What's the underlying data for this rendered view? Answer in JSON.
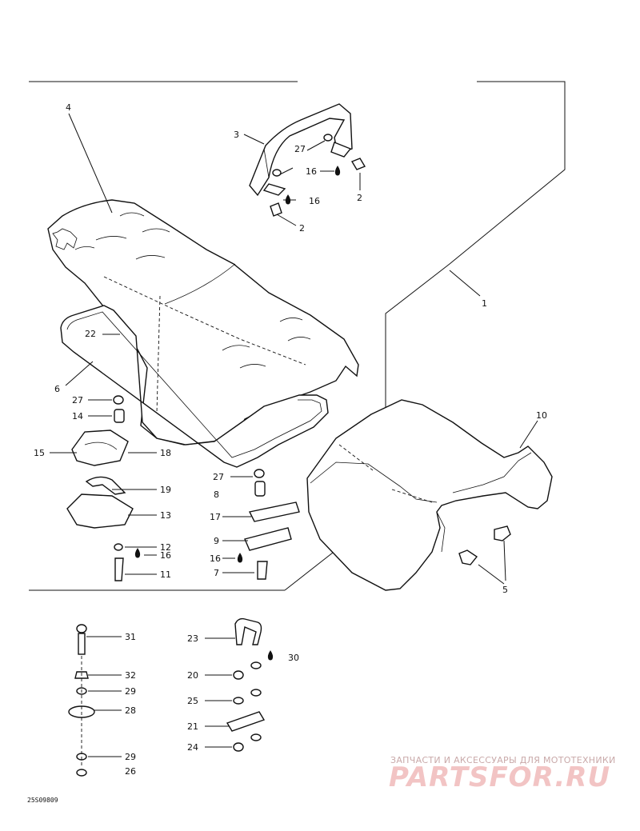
{
  "diagram": {
    "labels": {
      "l1": "1",
      "l2a": "2",
      "l2b": "2",
      "l3": "3",
      "l4": "4",
      "l5": "5",
      "l6": "6",
      "l7": "7",
      "l8": "8",
      "l9": "9",
      "l10": "10",
      "l11": "11",
      "l12": "12",
      "l13": "13",
      "l14": "14",
      "l15": "15",
      "l16a": "16",
      "l16b": "16",
      "l16c": "16",
      "l16d": "16",
      "l17": "17",
      "l18": "18",
      "l19": "19",
      "l20": "20",
      "l21": "21",
      "l22": "22",
      "l23": "23",
      "l24": "24",
      "l25": "25",
      "l26": "26",
      "l27a": "27",
      "l27b": "27",
      "l27c": "27",
      "l28": "28",
      "l29a": "29",
      "l29b": "29",
      "l30": "30",
      "l31": "31",
      "l32": "32"
    },
    "drawing_code": "25S09809"
  },
  "watermark": {
    "caption": "ЗАПЧАСТИ И АКСЕССУАРЫ ДЛЯ МОТОТЕХНИКИ",
    "logo": "PARTSFOR.RU"
  }
}
